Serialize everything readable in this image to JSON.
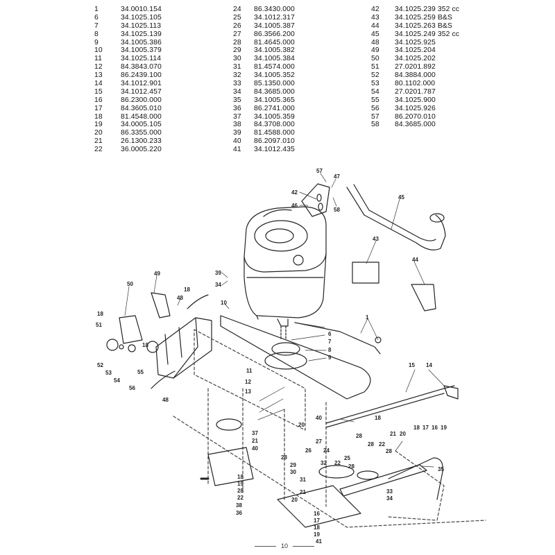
{
  "parts_table": {
    "columns": [
      [
        {
          "ref": "1",
          "part": "34.0010.154"
        },
        {
          "ref": "6",
          "part": "34.1025.105"
        },
        {
          "ref": "7",
          "part": "34.1025.113"
        },
        {
          "ref": "8",
          "part": "34.1025.139"
        },
        {
          "ref": "9",
          "part": "34.1005.386"
        },
        {
          "ref": "10",
          "part": "34.1005.379"
        },
        {
          "ref": "11",
          "part": "34.1025.114"
        },
        {
          "ref": "12",
          "part": "84.3843.070"
        },
        {
          "ref": "13",
          "part": "86.2439.100"
        },
        {
          "ref": "14",
          "part": "34.1012.901"
        },
        {
          "ref": "15",
          "part": "34.1012.457"
        },
        {
          "ref": "16",
          "part": "86.2300.000"
        },
        {
          "ref": "17",
          "part": "84.3605.010"
        },
        {
          "ref": "18",
          "part": "81.4548.000"
        },
        {
          "ref": "19",
          "part": "34.0005.105"
        },
        {
          "ref": "20",
          "part": "86.3355.000"
        },
        {
          "ref": "21",
          "part": "26.1300.233"
        },
        {
          "ref": "22",
          "part": "36.0005.220"
        }
      ],
      [
        {
          "ref": "24",
          "part": "86.3430.000"
        },
        {
          "ref": "25",
          "part": "34.1012.317"
        },
        {
          "ref": "26",
          "part": "34.1005.387"
        },
        {
          "ref": "27",
          "part": "86.3566.200"
        },
        {
          "ref": "28",
          "part": "81.4645.000"
        },
        {
          "ref": "29",
          "part": "34.1005.382"
        },
        {
          "ref": "30",
          "part": "34.1005.384"
        },
        {
          "ref": "31",
          "part": "81.4574.000"
        },
        {
          "ref": "32",
          "part": "34.1005.352"
        },
        {
          "ref": "33",
          "part": "85.1350.000"
        },
        {
          "ref": "34",
          "part": "84.3685.000"
        },
        {
          "ref": "35",
          "part": "34.1005.365"
        },
        {
          "ref": "36",
          "part": "86.2741.000"
        },
        {
          "ref": "37",
          "part": "34.1005.359"
        },
        {
          "ref": "38",
          "part": "84.3708.000"
        },
        {
          "ref": "39",
          "part": "81.4588.000"
        },
        {
          "ref": "40",
          "part": "86.2097.010"
        },
        {
          "ref": "41",
          "part": "34.1012.435"
        }
      ],
      [
        {
          "ref": "42",
          "part": "34.1025.239 352 cc"
        },
        {
          "ref": "43",
          "part": "34.1025.259 B&S"
        },
        {
          "ref": "44",
          "part": "34.1025.263 B&S"
        },
        {
          "ref": "45",
          "part": "34.1025.249 352 cc"
        },
        {
          "ref": "48",
          "part": "34.1025.925"
        },
        {
          "ref": "49",
          "part": "34.1025.204"
        },
        {
          "ref": "50",
          "part": "34.1025.202"
        },
        {
          "ref": "51",
          "part": "27.0201.892"
        },
        {
          "ref": "52",
          "part": "84.3884.000"
        },
        {
          "ref": "53",
          "part": "80.1102.000"
        },
        {
          "ref": "54",
          "part": "27.0201.787"
        },
        {
          "ref": "55",
          "part": "34.1025.900"
        },
        {
          "ref": "56",
          "part": "34.1025.926"
        },
        {
          "ref": "57",
          "part": "86.2070.010"
        },
        {
          "ref": "58",
          "part": "84.3685.000"
        }
      ]
    ]
  },
  "diagram": {
    "callouts": [
      {
        "id": "c57",
        "text": "57"
      },
      {
        "id": "c47",
        "text": "47"
      },
      {
        "id": "c42",
        "text": "42"
      },
      {
        "id": "c46",
        "text": "46"
      },
      {
        "id": "c58",
        "text": "58"
      },
      {
        "id": "c45",
        "text": "45"
      },
      {
        "id": "c43",
        "text": "43"
      },
      {
        "id": "c44",
        "text": "44"
      },
      {
        "id": "c39",
        "text": "39"
      },
      {
        "id": "c34a",
        "text": "34"
      },
      {
        "id": "c50",
        "text": "50"
      },
      {
        "id": "c49",
        "text": "49"
      },
      {
        "id": "c48a",
        "text": "48"
      },
      {
        "id": "c18a",
        "text": "18"
      },
      {
        "id": "c18b",
        "text": "18"
      },
      {
        "id": "c18c",
        "text": "18"
      },
      {
        "id": "c10",
        "text": "10"
      },
      {
        "id": "c51",
        "text": "51"
      },
      {
        "id": "c52",
        "text": "52"
      },
      {
        "id": "c53",
        "text": "53"
      },
      {
        "id": "c54",
        "text": "54"
      },
      {
        "id": "c55",
        "text": "55"
      },
      {
        "id": "c56",
        "text": "56"
      },
      {
        "id": "c48b",
        "text": "48"
      },
      {
        "id": "c1",
        "text": "1"
      },
      {
        "id": "c6",
        "text": "6"
      },
      {
        "id": "c7",
        "text": "7"
      },
      {
        "id": "c8",
        "text": "8"
      },
      {
        "id": "c9",
        "text": "9"
      },
      {
        "id": "c11",
        "text": "11"
      },
      {
        "id": "c12",
        "text": "12"
      },
      {
        "id": "c13",
        "text": "13"
      },
      {
        "id": "c15",
        "text": "15"
      },
      {
        "id": "c14",
        "text": "14"
      },
      {
        "id": "c40a",
        "text": "40"
      },
      {
        "id": "c18d",
        "text": "18"
      },
      {
        "id": "c20a",
        "text": "20"
      },
      {
        "id": "c37",
        "text": "37"
      },
      {
        "id": "c21a",
        "text": "21"
      },
      {
        "id": "c40b",
        "text": "40"
      },
      {
        "id": "c28a",
        "text": "28"
      },
      {
        "id": "c27",
        "text": "27"
      },
      {
        "id": "c26",
        "text": "26"
      },
      {
        "id": "c24",
        "text": "24"
      },
      {
        "id": "c25",
        "text": "25"
      },
      {
        "id": "c28b",
        "text": "28"
      },
      {
        "id": "c28c",
        "text": "28"
      },
      {
        "id": "c22a",
        "text": "22"
      },
      {
        "id": "c29",
        "text": "29"
      },
      {
        "id": "c30",
        "text": "30"
      },
      {
        "id": "c32",
        "text": "32"
      },
      {
        "id": "c22b",
        "text": "22"
      },
      {
        "id": "c28d",
        "text": "28"
      },
      {
        "id": "c31",
        "text": "31"
      },
      {
        "id": "c18e",
        "text": "18"
      },
      {
        "id": "c19a",
        "text": "19"
      },
      {
        "id": "c28e",
        "text": "28"
      },
      {
        "id": "c22c",
        "text": "22"
      },
      {
        "id": "c38",
        "text": "38"
      },
      {
        "id": "c36",
        "text": "36"
      },
      {
        "id": "c21b",
        "text": "21"
      },
      {
        "id": "c20b",
        "text": "20"
      },
      {
        "id": "c16a",
        "text": "16"
      },
      {
        "id": "c17a",
        "text": "17"
      },
      {
        "id": "c18f",
        "text": "18"
      },
      {
        "id": "c19b",
        "text": "19"
      },
      {
        "id": "c41",
        "text": "41"
      },
      {
        "id": "c21c",
        "text": "21"
      },
      {
        "id": "c20c",
        "text": "20"
      },
      {
        "id": "c28f",
        "text": "28"
      },
      {
        "id": "c18g",
        "text": "18"
      },
      {
        "id": "c17b",
        "text": "17"
      },
      {
        "id": "c16b",
        "text": "16"
      },
      {
        "id": "c19c",
        "text": "19"
      },
      {
        "id": "c35",
        "text": "35"
      },
      {
        "id": "c33",
        "text": "33"
      },
      {
        "id": "c34b",
        "text": "34"
      }
    ]
  },
  "footer": {
    "page_number": "10"
  }
}
